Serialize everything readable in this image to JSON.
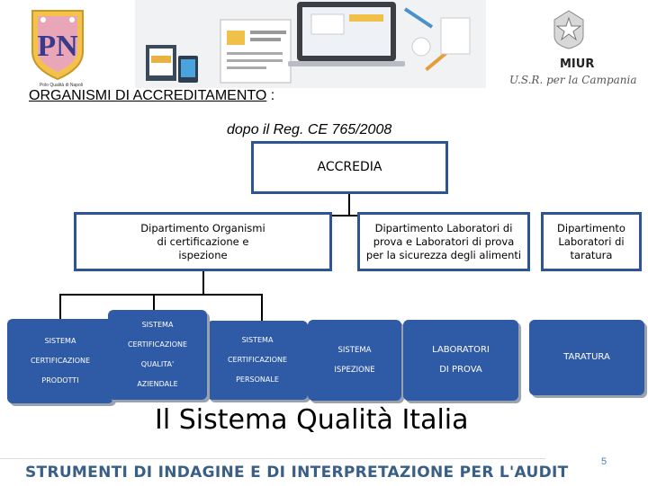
{
  "header": {
    "logo_caption": "Polo Qualità di Napoli",
    "ministry_text": "MIUR",
    "ministry_subtext": "U.S.R. per la Campania"
  },
  "slide": {
    "heading": "ORGANISMI DI ACCREDITAMENTO",
    "heading_suffix": " :",
    "subheading": "dopo il Reg. CE 765/2008",
    "root": "ACCREDIA",
    "departments": [
      "Dipartimento Organismi di certificazione e ispezione",
      "Dipartimento Laboratori di prova e Laboratori di prova per la sicurezza degli alimenti",
      "Dipartimento Laboratori di taratura"
    ],
    "leaves": [
      [
        "SISTEMA",
        "CERTIFICAZIONE",
        "PRODOTTI"
      ],
      [
        "SISTEMA",
        "CERTIFICAZIONE",
        "QUALITA'",
        "AZIENDALE"
      ],
      [
        "SISTEMA",
        "CERTIFICAZIONE",
        "PERSONALE"
      ],
      [
        "SISTEMA",
        "ISPEZIONE"
      ],
      [
        "LABORATORI",
        "DI PROVA"
      ],
      [
        "TARATURA"
      ]
    ],
    "caption": "Il Sistema Qualità Italia",
    "page_number": "5"
  },
  "footer": {
    "banner": "STRUMENTI DI INDAGINE E DI INTERPRETAZIONE PER L'AUDIT"
  }
}
